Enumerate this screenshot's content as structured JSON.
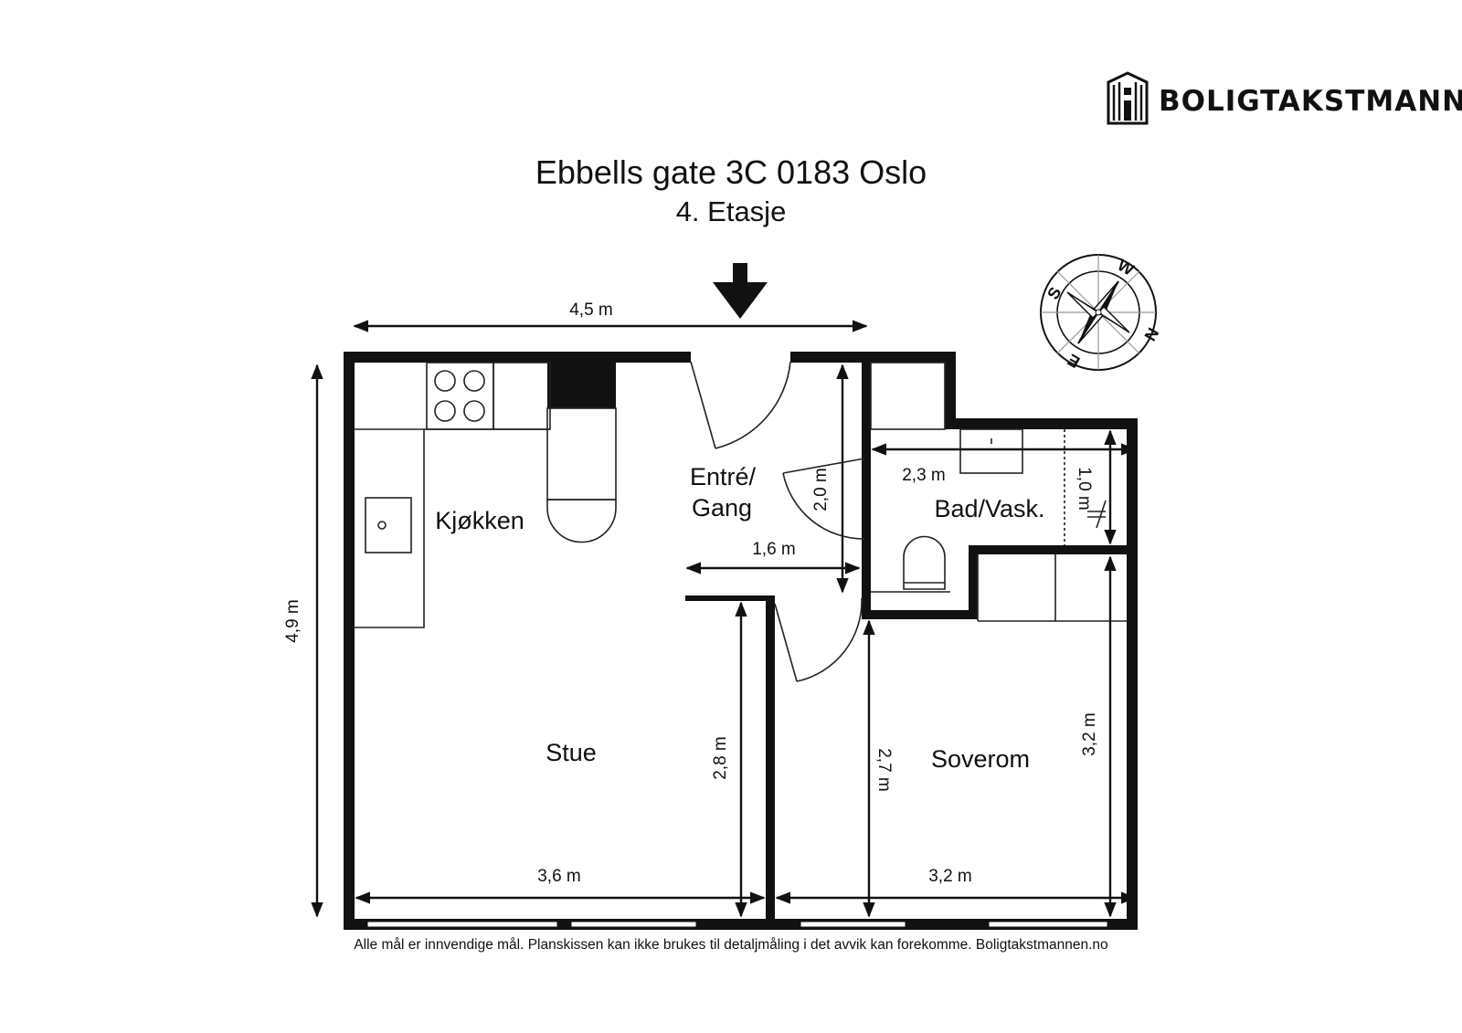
{
  "brand": {
    "name": "BOLIGTAKSTMANNEN",
    "logo": "building-logo-icon"
  },
  "header": {
    "title": "Ebbells gate 3C 0183 Oslo",
    "subtitle": "4. Etasje"
  },
  "rooms": {
    "kitchen": "Kjøkken",
    "entry_line1": "Entré/",
    "entry_line2": "Gang",
    "bath": "Bad/Vask.",
    "living": "Stue",
    "bedroom": "Soverom"
  },
  "dimensions": {
    "total_width": "4,5 m",
    "total_depth": "4,9 m",
    "entry_depth": "2,0 m",
    "entry_width": "1,6 m",
    "bath_width": "2,3 m",
    "bath_depth": "1,0 m",
    "living_width": "3,6 m",
    "living_depth": "2,8 m",
    "bedroom_left_depth": "2,7 m",
    "bedroom_width": "3,2 m",
    "bedroom_right_depth": "3,2 m"
  },
  "compass": {
    "north": "N",
    "east": "E",
    "south": "S",
    "west": "W"
  },
  "entrance_marker": "entrance-arrow-icon",
  "footer": {
    "disclaimer": "Alle mål er innvendige mål. Planskissen kan ikke brukes til detaljmåling i det avvik kan forekomme. Boligtakstmannen.no"
  },
  "colors": {
    "wall": "#111111",
    "background": "#ffffff"
  }
}
